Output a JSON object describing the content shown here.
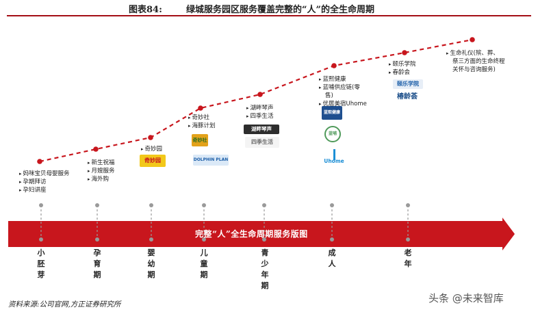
{
  "header": {
    "figure_number": "图表84:",
    "title": "绿城服务园区服务覆盖完整的“人”的全生命周期"
  },
  "band_title": "完整“人”全生命周期服务版图",
  "stages": [
    {
      "label": "小胚芽"
    },
    {
      "label": "孕育期"
    },
    {
      "label": "婴幼期"
    },
    {
      "label": "儿童期"
    },
    {
      "label": "青少年期"
    },
    {
      "label": "成人"
    },
    {
      "label": "老年"
    }
  ],
  "services": {
    "s0": [
      "妈咪宝贝母婴服务",
      "孕期拜访",
      "孕妇讲座"
    ],
    "s1": [
      "新生祝福",
      "月嫂服务",
      "海外购"
    ],
    "s2": [
      "奇妙园"
    ],
    "s3": [
      "奇妙社",
      "海豚计划"
    ],
    "s4": [
      "湖畔琴声",
      "四季生活"
    ],
    "s5": [
      "蓝熙健康",
      "蓝哺供应链(零",
      "售)",
      "优居美宿Uhome"
    ],
    "s6": [
      "颐乐学院",
      "春龄会"
    ],
    "s7": [
      "生命礼仪(殡、葬、",
      "祭三方面的生命终程",
      "关怀与咨询服务)"
    ]
  },
  "logos": {
    "qimiaoyuan": "奇妙园",
    "qimiaoshe": "奇妙社",
    "dolphin": "DOLPHIN PLAN",
    "hupan": "湖畔琴声",
    "siji": "四季生活",
    "lanxi": "蓝熙健康",
    "lanbu": "蓝哺",
    "uhome": "Uhome",
    "yile": "颐乐学院",
    "chunling": "椿龄荟"
  },
  "colors": {
    "accent": "#c8161d",
    "dark_red": "#a30d14",
    "connector": "#9a9a9a"
  },
  "footer": {
    "source": "资料来源:公司官网,方正证券研究所",
    "watermark": "头条 @未来智库"
  }
}
